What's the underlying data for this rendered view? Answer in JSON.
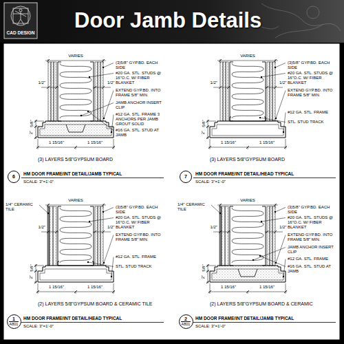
{
  "diagram": {
    "title": "Door Jamb Details",
    "nodes": [
      {
        "text": [
          "6"
        ]
      },
      {
        "text": [
          "7"
        ]
      },
      {
        "text": [
          "1",
          "A801"
        ]
      },
      {
        "text": [
          "2",
          "A801"
        ]
      }
    ],
    "labels": [
      "CAD DESIGN",
      "VARIES",
      "(3)5/8\" GYP.BD. EACH SIDE",
      "#20 GA. STL. STUDS @ 16\"O.C. W/ FIBER BLANKET",
      "EXTEND GYP.BD. INTO FRAME 5/8\" MIN.",
      "JAMB ANCHOR INSERT CLIP",
      "#12 GA. STL. FRAME 3 ANCHORS PER JAMB GROUT SOLID",
      "#16 GA. STL. STUD AT JAMB",
      "1/2\"",
      "1/2\"",
      "5/8\"",
      "2\"",
      "1 15/16\"",
      "1 15/16\"",
      "(3) LAYERS 5/8\"GYPSUM BOARD",
      "HM DOOR FRAME/INT DETAIL/JAMB TYPICAL",
      "SCALE: 3\"=1'-0\"",
      "VARIES",
      "(3)5/8\" GYP.BD. EACH SIDE",
      "#20 GA. STL. STUDS @ 16\"O.C. W/ FIBER BLANKET",
      "EXTEND GYP.BD. INTO FRAME 5/8\" MIN.",
      "#12 GA. STL. FRAME",
      "STL. STUD TRACK",
      "1/2\"",
      "1/2\"",
      "5/8\"",
      "2\"",
      "1 15/16\"",
      "1 15/16\"",
      "(3) LAYERS 5/8\"GYPSUM BOARD",
      "HM DOOR FRAME/INT DETAIL/HEAD TYPICAL",
      "SCALE: 3\"=1'-0\"",
      "VARIES",
      "1/4\" CERAMIC TILE",
      "(3)5/8\" GYP.BD. EACH SIDE",
      "#20 GA. STL. STUDS @ 16\"O.C. W/ FIBER BLANKET",
      "EXTEND GYP.BD. INTO FRAME 5/8\" MIN.",
      "#12 GA. STL. FRAME",
      "STL. STUD TRACK",
      "1/2\"",
      "1/2\"",
      "5/8\"",
      "2\"",
      "1 15/16\"",
      "1 15/16\"",
      "(2) LAYERS 5/8\"GYPSUM BOARD & CERAMIC TILE",
      "HM DOOR FRAME/INT DETAIL/HEAD TYPICAL",
      "SCALE: 3\"=1'-0\"",
      "VARIES",
      "1/4\" CERAMIC TILE",
      "(3)5/8\" GYP.BD. EACH SIDE",
      "#20 GA. STL. STUDS @ 16\"O.C. W/ FIBER BLANKET",
      "EXTEND GYP.BD. INTO FRAME 5/8\" MIN.",
      "JAMB ANCHOR INSERT CLIP",
      "#12 GA. STL. FRAME",
      "#16 GA. STL. STUD AT JAMB",
      "1/2\"",
      "1/2\"",
      "5/8\"",
      "2\"",
      "1 15/16\"",
      "1 15/16\"",
      "(2) LAYERS 5/8\"GYPSUM BOARD & CERAMIC",
      "HM DOOR FRAME/INT DETAIL/JAMB TYPICAL",
      "SCALE: 3\"=1'-0\""
    ]
  }
}
